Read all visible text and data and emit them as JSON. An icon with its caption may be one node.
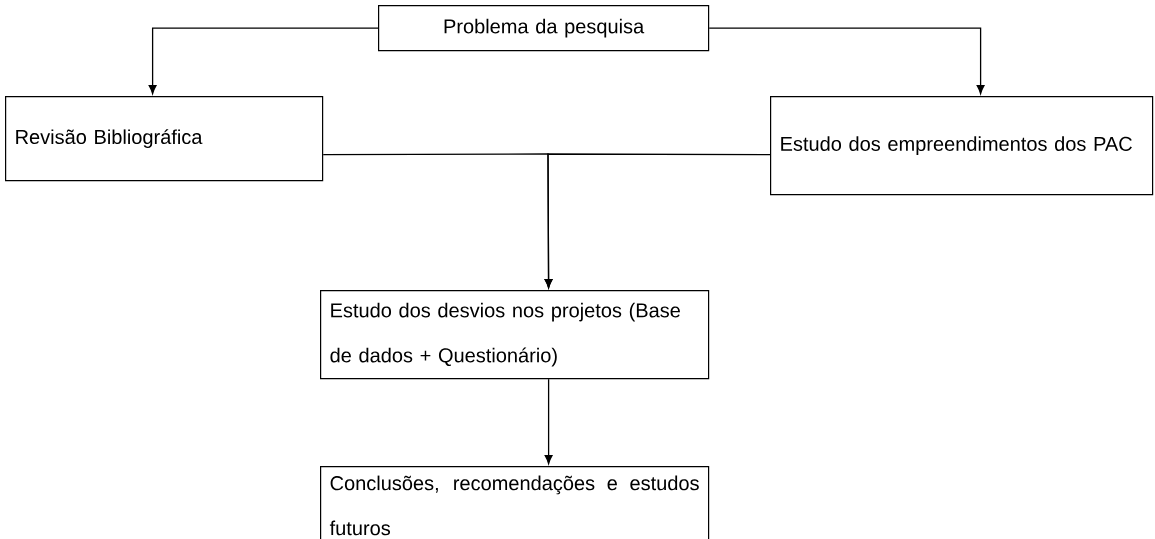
{
  "diagram": {
    "nodes": [
      {
        "text": [
          "Problema da pesquisa"
        ]
      },
      {
        "text": [
          "Revisão Bibliográfica"
        ]
      },
      {
        "text": [
          "Estudo dos empreendimentos dos PAC"
        ]
      },
      {
        "text": [
          "Estudo dos desvios nos projetos (Base de dados + Questionário)"
        ]
      },
      {
        "text": [
          "Conclusões, recomendações e estudos futuros"
        ]
      }
    ],
    "edges": [
      {
        "from": 0,
        "to": 1,
        "arrow": "to"
      },
      {
        "from": 0,
        "to": 2,
        "arrow": "to"
      },
      {
        "from": 1,
        "to": 3,
        "arrow": "to"
      },
      {
        "from": 2,
        "to": 3,
        "arrow": "to"
      },
      {
        "from": 3,
        "to": 4,
        "arrow": "to"
      }
    ]
  }
}
